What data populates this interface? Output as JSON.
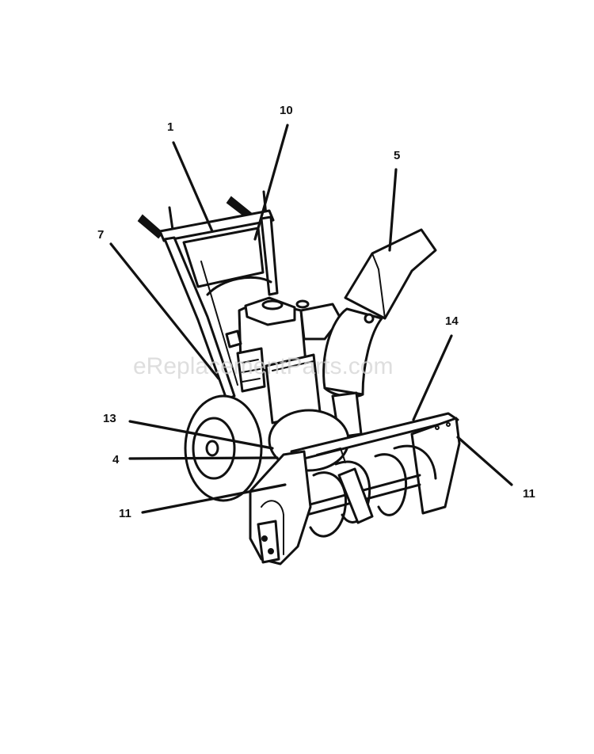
{
  "watermark": "eReplacementParts.com",
  "callouts": [
    {
      "id": "c1",
      "label": "1"
    },
    {
      "id": "c10",
      "label": "10"
    },
    {
      "id": "c5",
      "label": "5"
    },
    {
      "id": "c7",
      "label": "7"
    },
    {
      "id": "c14",
      "label": "14"
    },
    {
      "id": "c13",
      "label": "13"
    },
    {
      "id": "c4",
      "label": "4"
    },
    {
      "id": "c11a",
      "label": "11"
    },
    {
      "id": "c11b",
      "label": "11"
    }
  ]
}
